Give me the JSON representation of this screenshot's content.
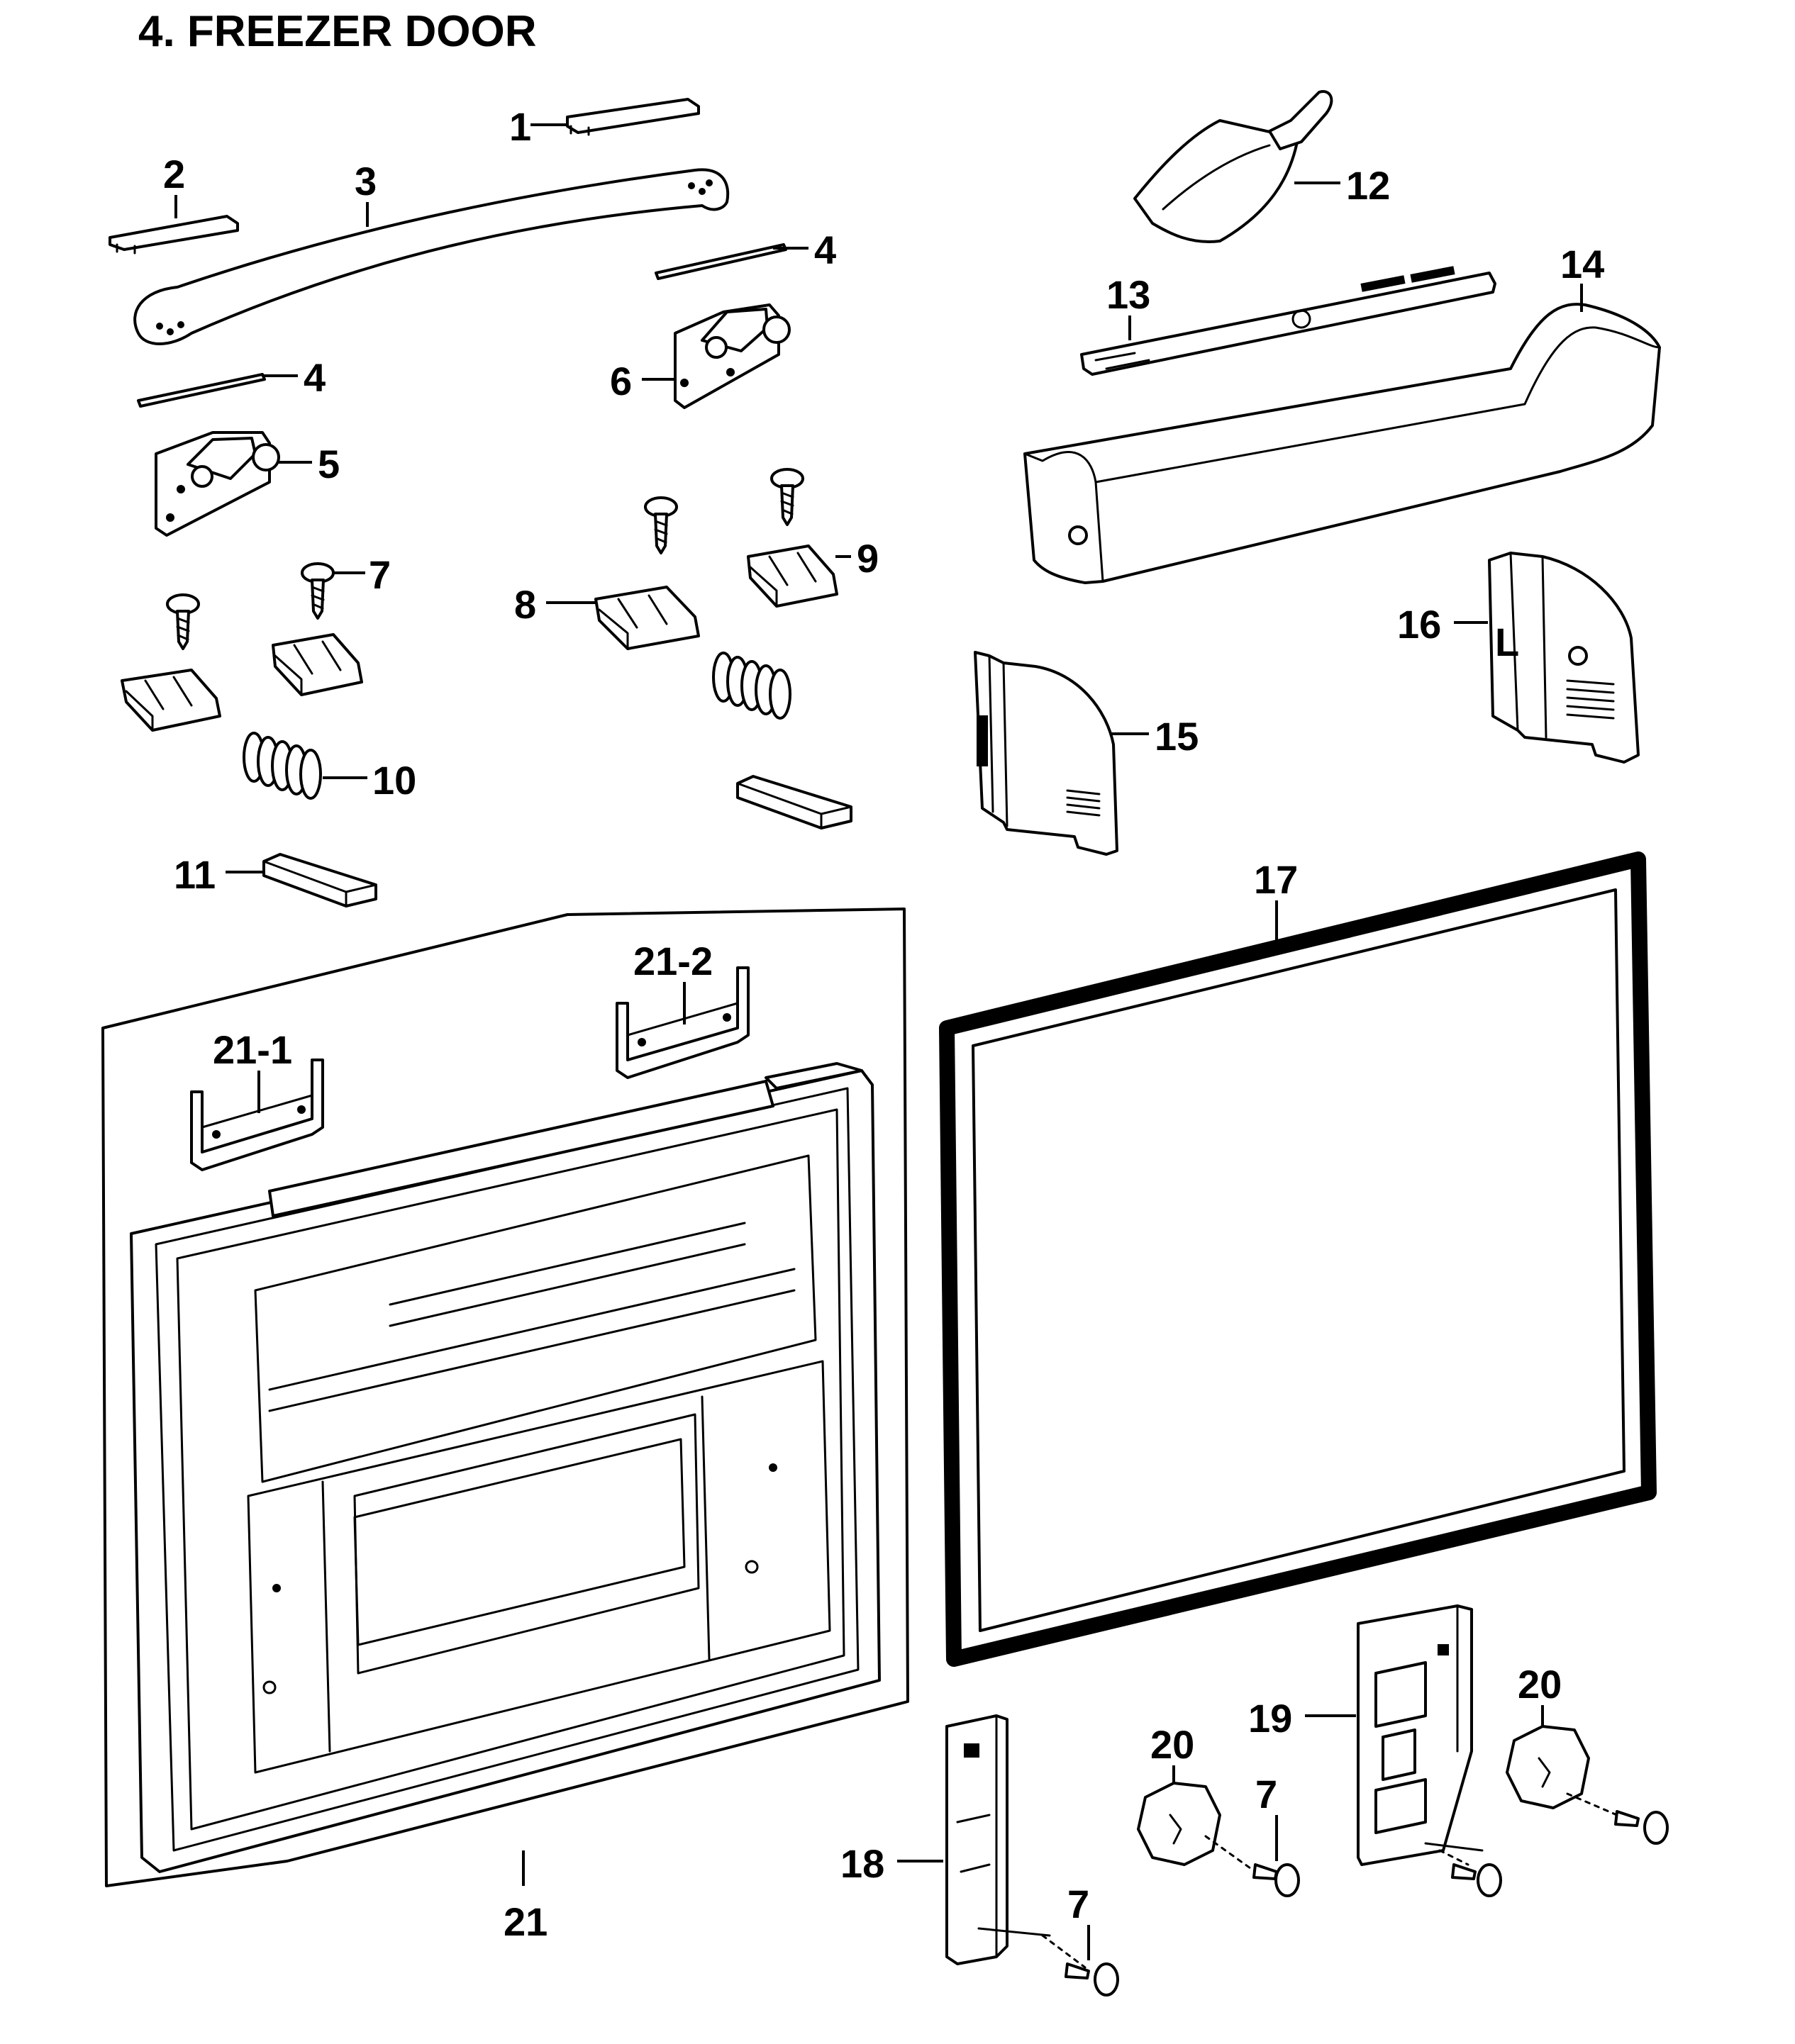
{
  "title": "4. FREEZER DOOR",
  "callouts": {
    "c1": "1",
    "c2": "2",
    "c3": "3",
    "c4a": "4",
    "c4b": "4",
    "c5": "5",
    "c6": "6",
    "c7a": "7",
    "c7b": "7",
    "c7c": "7",
    "c8": "8",
    "c9": "9",
    "c10": "10",
    "c11": "11",
    "c12": "12",
    "c13": "13",
    "c14": "14",
    "c15": "15",
    "c16": "16",
    "c17": "17",
    "c18": "18",
    "c19": "19",
    "c20a": "20",
    "c20b": "20",
    "c21": "21",
    "c21_1": "21-1",
    "c21_2": "21-2"
  },
  "cover_letter": "L"
}
